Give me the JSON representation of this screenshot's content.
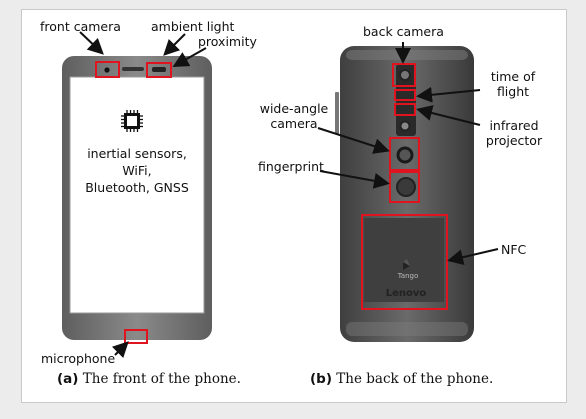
{
  "front_labels": {
    "front_camera": "front camera",
    "ambient_light": "ambient light",
    "proximity": "proximity",
    "sensors": "inertial sensors, WiFi,",
    "sensors_2": "Bluetooth, GNSS",
    "microphone": "microphone"
  },
  "back_labels": {
    "back_camera": "back camera",
    "time_of_flight": "time of",
    "time_of_flight_2": "flight",
    "wide_angle_camera": "wide-angle",
    "wide_angle_camera_2": "camera",
    "infrared_projector": "infrared",
    "infrared_projector_2": "projector",
    "fingerprint": "fingerprint",
    "nfc": "NFC",
    "brand_logo": "Lenovo",
    "tango_logo": "Tango"
  },
  "captions": {
    "front_prefix": "(a)",
    "front_text": " The front of the phone.",
    "back_prefix": "(b)",
    "back_text": " The back of the phone."
  },
  "colors": {
    "highlight": "#e0141e",
    "arrow": "#111111",
    "phone_front_body": "#7b7b7b",
    "phone_back_body": "#5a5a5a"
  }
}
